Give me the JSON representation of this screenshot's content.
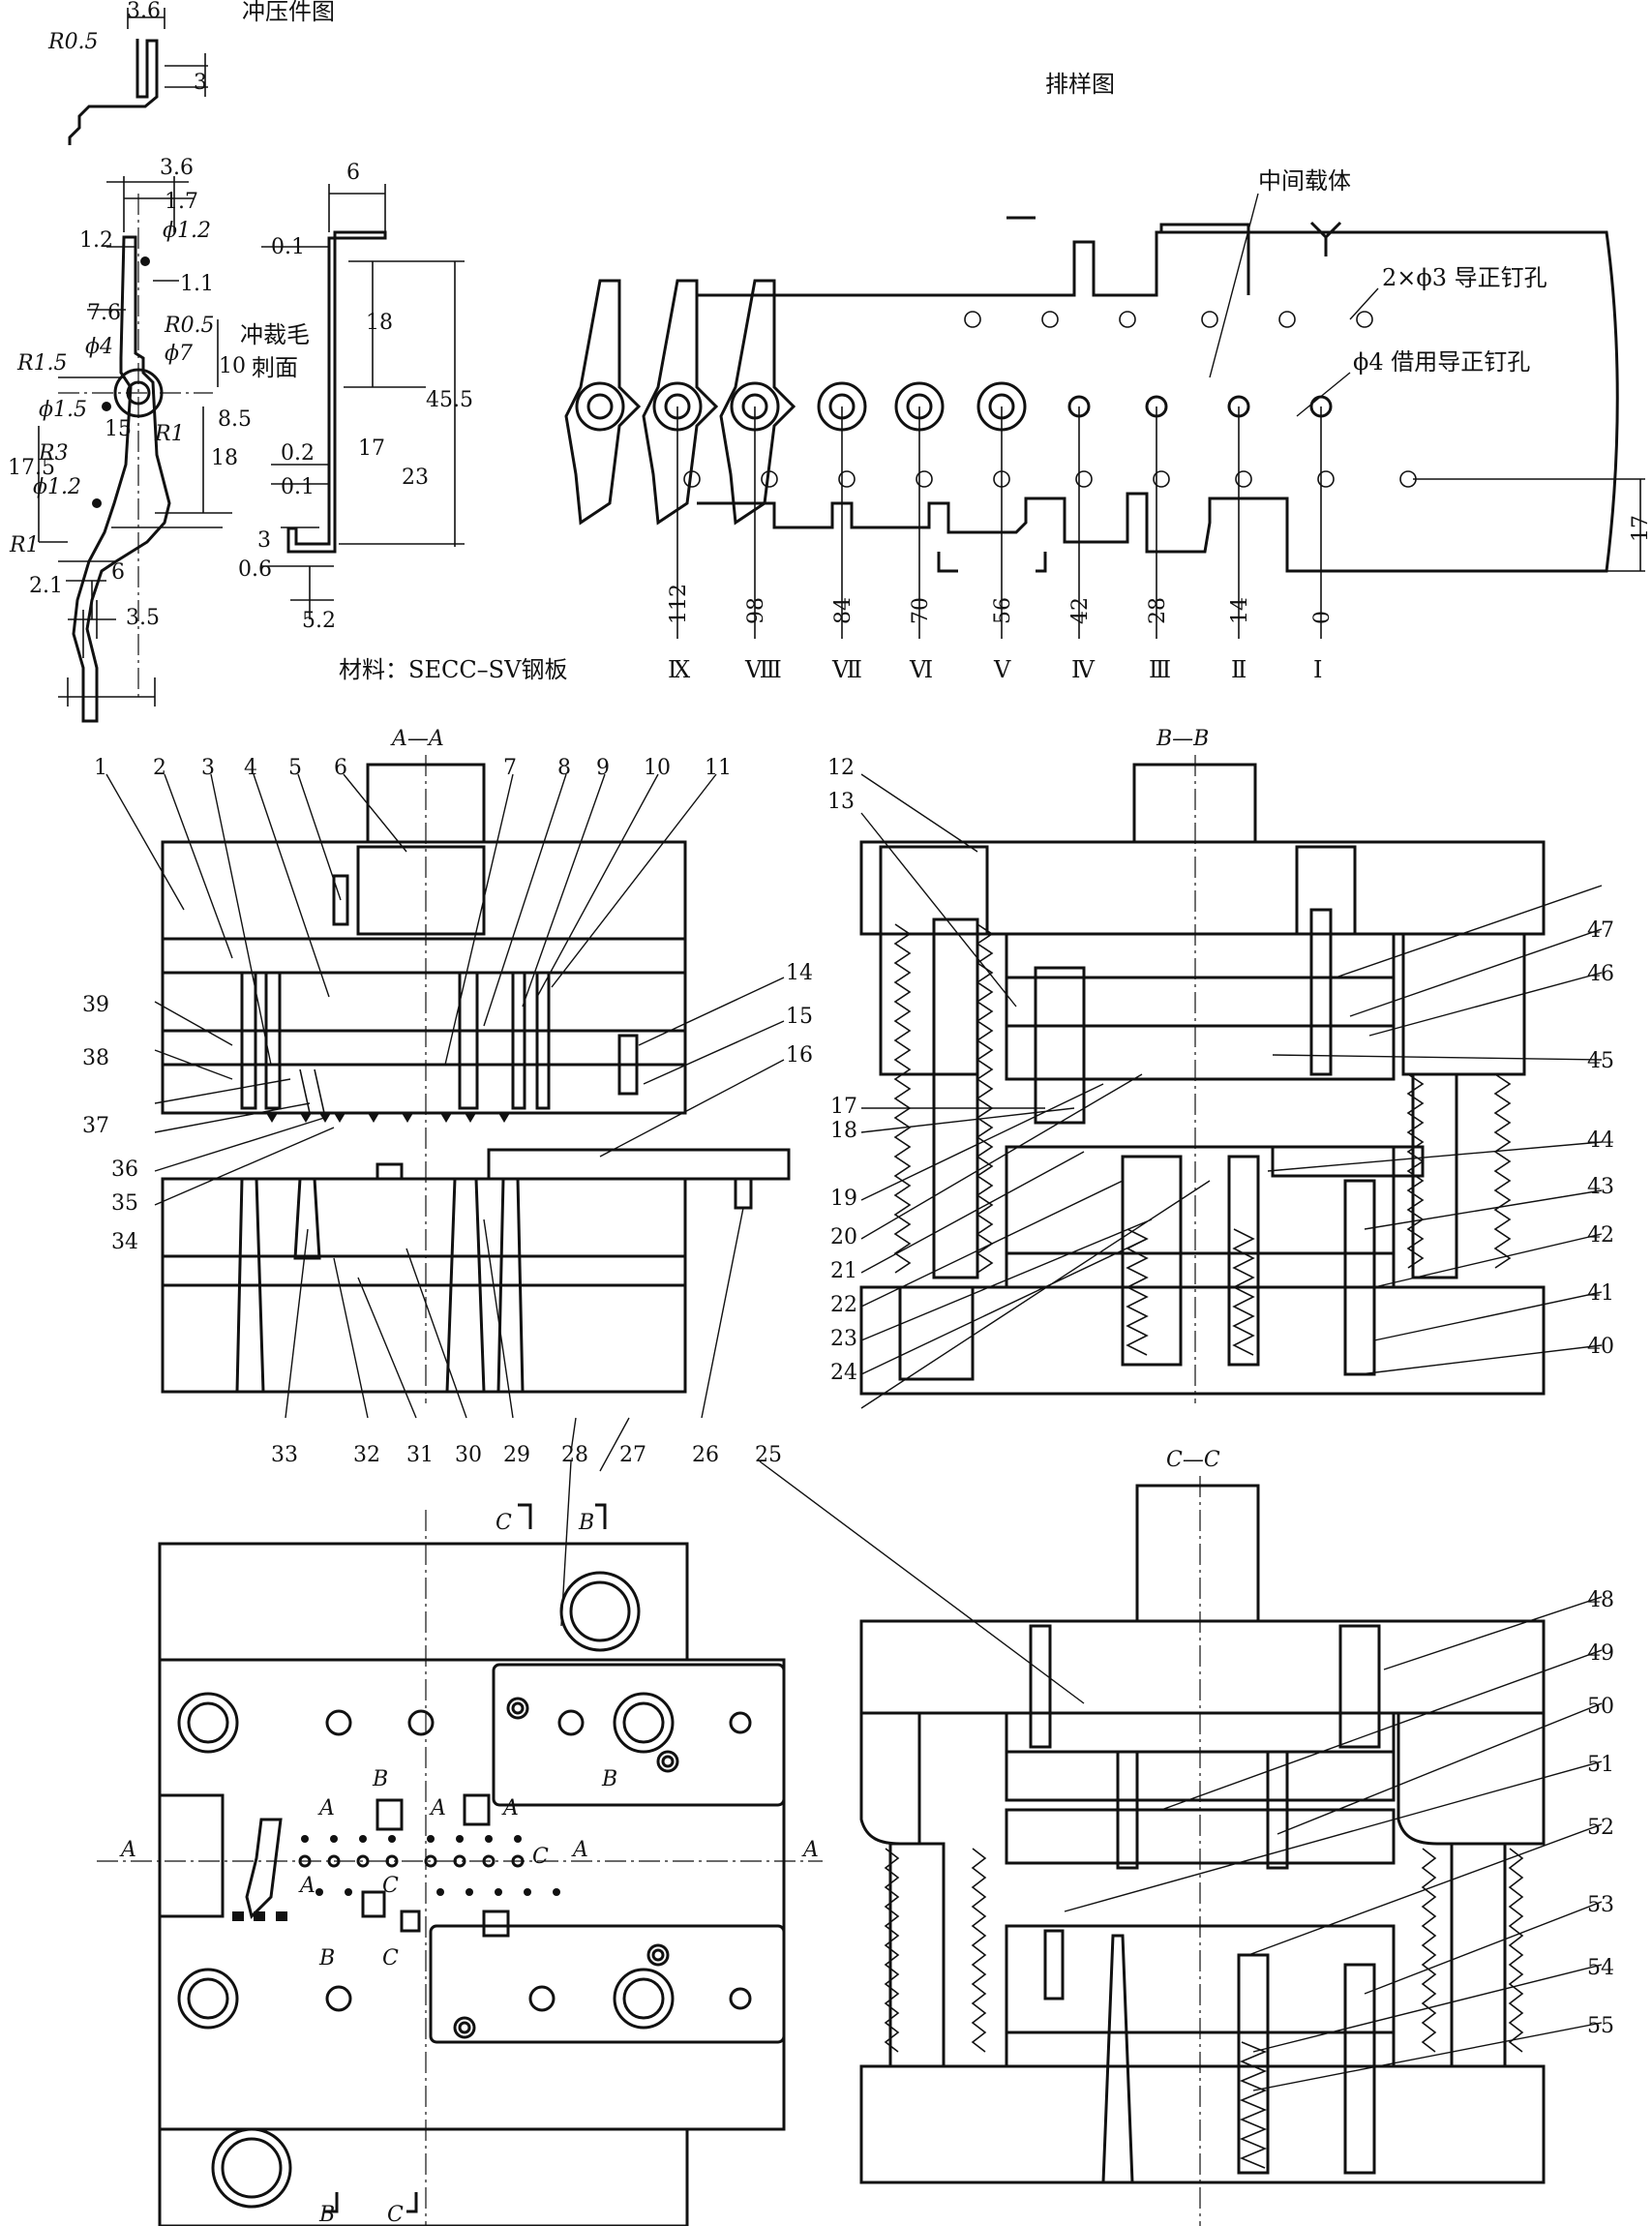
{
  "titles": {
    "stamping_part": "冲压件图",
    "strip_layout": "排样图",
    "material": "材料：SECC–SV钢板",
    "carrier": "中间载体",
    "pilot_holes": "2×ϕ3 导正钉孔",
    "borrowed_pilot": "ϕ4  借用导正钉孔",
    "burr_face": "冲裁毛刺面",
    "section_aa": "A—A",
    "section_bb": "B—B",
    "section_cc": "C—C"
  },
  "part_dims": {
    "d_3_6a": "3.6",
    "d_r0_5a": "R0.5",
    "d_3a": "3",
    "d_3_6b": "3.6",
    "d_1_7": "1.7",
    "d_phi1_2a": "ϕ1.2",
    "d_1_2": "1.2",
    "d_1_1": "1.1",
    "d_7_6": "7.6",
    "d_r0_5b": "R0.5",
    "d_phi4": "ϕ4",
    "d_phi7": "ϕ7",
    "d_r1_5": "R1.5",
    "d_10": "10",
    "d_phi1_5": "ϕ1.5",
    "d_r1a": "R1",
    "d_8_5": "8.5",
    "d_17_5": "17.5",
    "d_r3": "R3",
    "d_15": "15",
    "d_18a": "18",
    "d_phi1_2b": "ϕ1.2",
    "d_r1b": "R1",
    "d_2_1": "2.1",
    "d_6a": "6",
    "d_3_5": "3.5",
    "d_6b": "6",
    "d_0_1a": "0.1",
    "d_18b": "18",
    "d_45_5": "45.5",
    "d_0_2": "0.2",
    "d_17a": "17",
    "d_0_1b": "0.1",
    "d_23": "23",
    "d_3b": "3",
    "d_0_6": "0.6",
    "d_5_2": "5.2"
  },
  "strip": {
    "dim_17": "17",
    "positions": [
      "112",
      "98",
      "84",
      "70",
      "56",
      "42",
      "28",
      "14",
      "0"
    ],
    "stations": [
      "Ⅸ",
      "Ⅷ",
      "Ⅶ",
      "Ⅵ",
      "Ⅴ",
      "Ⅳ",
      "Ⅲ",
      "Ⅱ",
      "Ⅰ"
    ]
  },
  "callouts": {
    "c1": "1",
    "c2": "2",
    "c3": "3",
    "c4": "4",
    "c5": "5",
    "c6": "6",
    "c7": "7",
    "c8": "8",
    "c9": "9",
    "c10": "10",
    "c11": "11",
    "c12": "12",
    "c13": "13",
    "c14": "14",
    "c15": "15",
    "c16": "16",
    "c17": "17",
    "c18": "18",
    "c19": "19",
    "c20": "20",
    "c21": "21",
    "c22": "22",
    "c23": "23",
    "c24": "24",
    "c25": "25",
    "c26": "26",
    "c27": "27",
    "c28": "28",
    "c29": "29",
    "c30": "30",
    "c31": "31",
    "c32": "32",
    "c33": "33",
    "c34": "34",
    "c35": "35",
    "c36": "36",
    "c37": "37",
    "c38": "38",
    "c39": "39",
    "c40": "40",
    "c41": "41",
    "c42": "42",
    "c43": "43",
    "c44": "44",
    "c45": "45",
    "c46": "46",
    "c47": "47",
    "c48": "48",
    "c49": "49",
    "c50": "50",
    "c51": "51",
    "c52": "52",
    "c53": "53",
    "c54": "54",
    "c55": "55"
  },
  "plan_marks": {
    "a": "A",
    "b": "B",
    "c": "C"
  }
}
